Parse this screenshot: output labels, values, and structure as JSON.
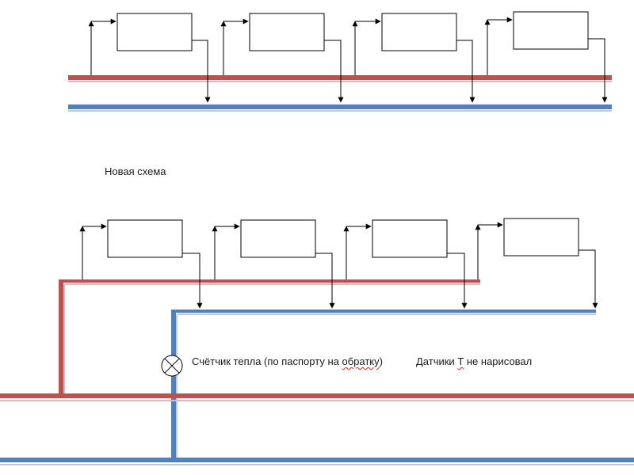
{
  "labels": {
    "new_scheme": "Новая схема",
    "meter_text_1": "Счётчик тепла  (по паспорту  на ",
    "meter_text_2": "обратку",
    "meter_text_3": ")",
    "sensors_text_1": "Датчики ",
    "sensors_text_2": "Т",
    "sensors_text_3": " не нарисовал"
  },
  "colors": {
    "supply_pipe": "#c0504d",
    "return_pipe": "#4f81bd",
    "line": "#000000"
  },
  "icons": {
    "heat_meter": "crossed-circle-icon"
  }
}
